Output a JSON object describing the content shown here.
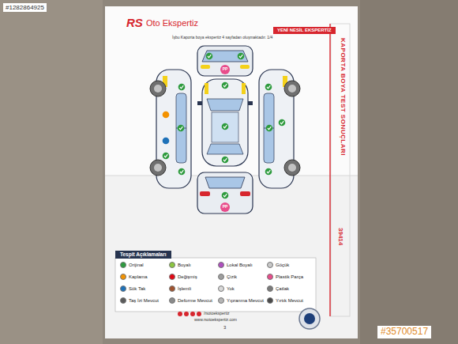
{
  "diagram": {
    "title": "KAPORTA BOYA TEST SONUÇLARI",
    "nodes": [
      {
        "text": [
          "YENİ NESİL EKSPERTİZ"
        ]
      },
      {
        "text": [
          "Tespit Açıklamaları"
        ]
      }
    ],
    "labels": [
      "#1282864925",
      "RS",
      "Oto Ekspertiz",
      "İşbu Kaporta boya ekspertiz 4 sayfadan oluşmaktadır. 1/4",
      "PP",
      "PP",
      "39414",
      "www.rsotoekspertiz.com",
      "/rsotoekspertiz",
      "3",
      "#35700517"
    ],
    "legend": [
      {
        "text": "Orijinal",
        "color": "#2e9b3e"
      },
      {
        "text": "Boyalı",
        "color": "#8cc63f"
      },
      {
        "text": "Lokal Boyalı",
        "color": "#b04fbf"
      },
      {
        "text": "Göçük",
        "color": "#c8c8c8"
      },
      {
        "text": "Kaplama",
        "color": "#f39200"
      },
      {
        "text": "Değişmiş",
        "color": "#e30613"
      },
      {
        "text": "Çizik",
        "color": "#9e9e9e"
      },
      {
        "text": "Plastik Parça",
        "color": "#e84c8b"
      },
      {
        "text": "Sök Tak",
        "color": "#1d71b8"
      },
      {
        "text": "İşlemli",
        "color": "#a0522d"
      },
      {
        "text": "Yok",
        "color": "#d9d9d9"
      },
      {
        "text": "Çatlak",
        "color": "#7a7a7a"
      },
      {
        "text": "Taş İzi Mevcut",
        "color": "#5b5b5b"
      },
      {
        "text": "Deforme Mevcut",
        "color": "#8a8a8a"
      },
      {
        "text": "Yıpranma Mevcut",
        "color": "#b5b5b5"
      },
      {
        "text": "Yırtık Mevcut",
        "color": "#4a4a4a"
      }
    ]
  }
}
